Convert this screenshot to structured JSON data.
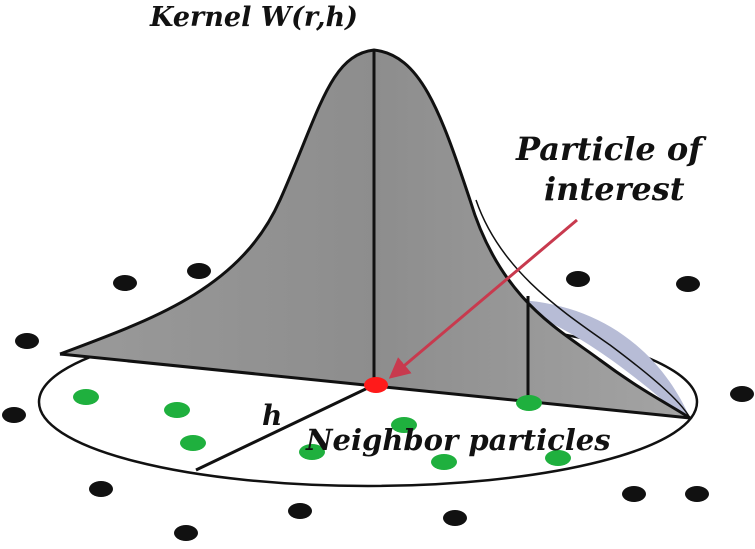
{
  "labels": {
    "kernel": "Kernel W(r,h)",
    "particle_line1": "Particle of",
    "particle_line2": "interest",
    "h": "h",
    "neighbors": "Neighbor particles"
  },
  "colors": {
    "kernel_fill": "#8f8f8f",
    "kernel_shadow": "#b9bed6",
    "outline": "#111111",
    "disc_fill": "#ffffff",
    "particle_of_interest": "#ff1a1a",
    "arrow": "#c83a4e",
    "neighbor": "#1fb03e",
    "outside": "#111111"
  }
}
